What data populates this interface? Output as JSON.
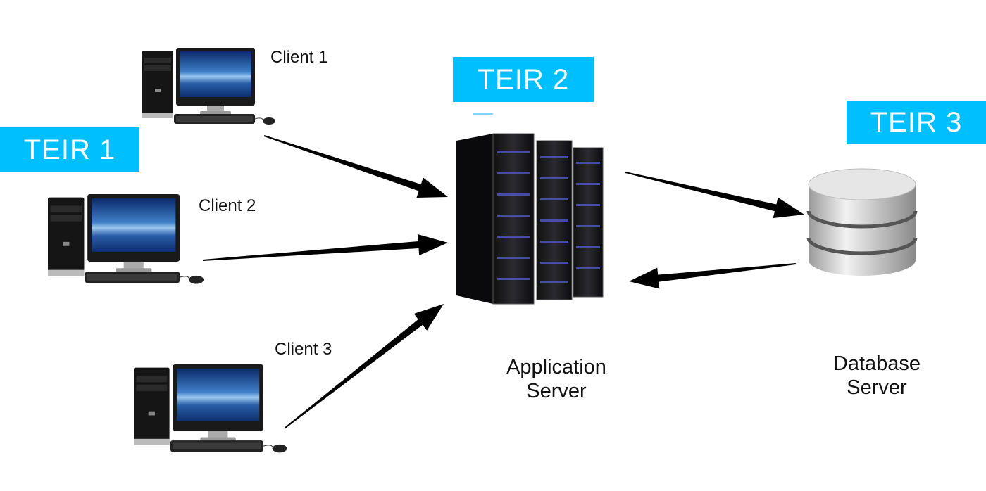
{
  "tiers": {
    "tier1": "TEIR 1",
    "tier2": "TEIR 2",
    "tier3": "TEIR 3"
  },
  "clients": [
    {
      "label": "Client 1"
    },
    {
      "label": "Client 2"
    },
    {
      "label": "Client 3"
    }
  ],
  "application_server": {
    "line1": "Application",
    "line2": "Server"
  },
  "database_server": {
    "line1": "Database",
    "line2": "Server"
  },
  "colors": {
    "tier_badge": "#00bfff",
    "arrow": "#000000"
  }
}
